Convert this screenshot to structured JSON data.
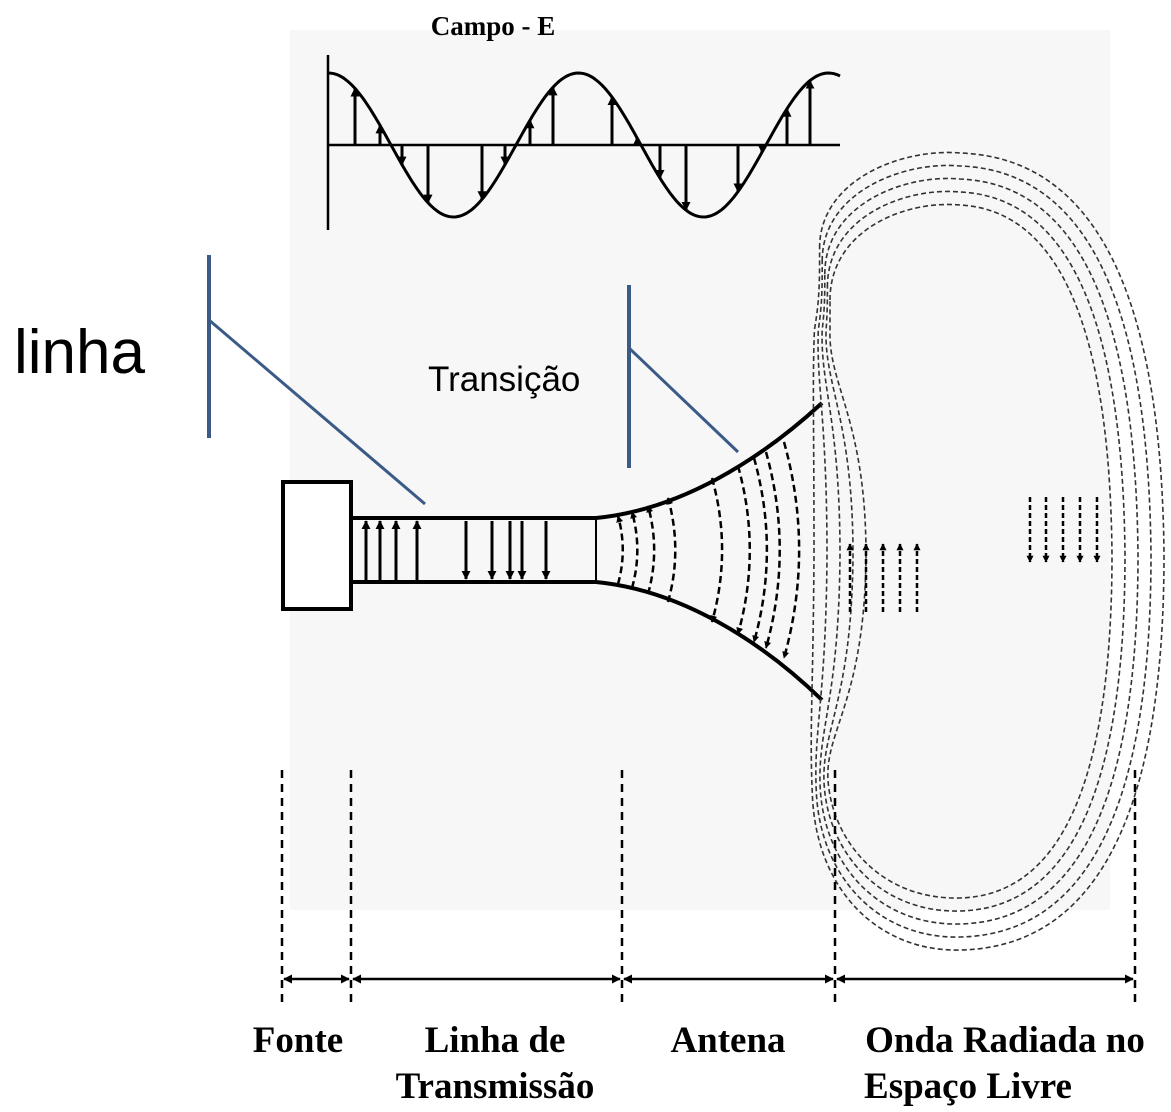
{
  "diagram": {
    "wave_title": "Campo - E",
    "callouts": {
      "line_label": "linha",
      "transition_label": "Transição"
    },
    "sections": [
      {
        "id": "fonte",
        "lines": [
          "Fonte"
        ]
      },
      {
        "id": "linha",
        "lines": [
          "Linha de",
          "Transmissão"
        ]
      },
      {
        "id": "antena",
        "lines": [
          "Antena"
        ]
      },
      {
        "id": "onda",
        "lines": [
          "Onda Radiada no",
          "Espaço Livre"
        ]
      }
    ],
    "colors": {
      "ink": "#000000",
      "callout": "#3b5a86",
      "background_panel": "#f7f7f7"
    }
  }
}
